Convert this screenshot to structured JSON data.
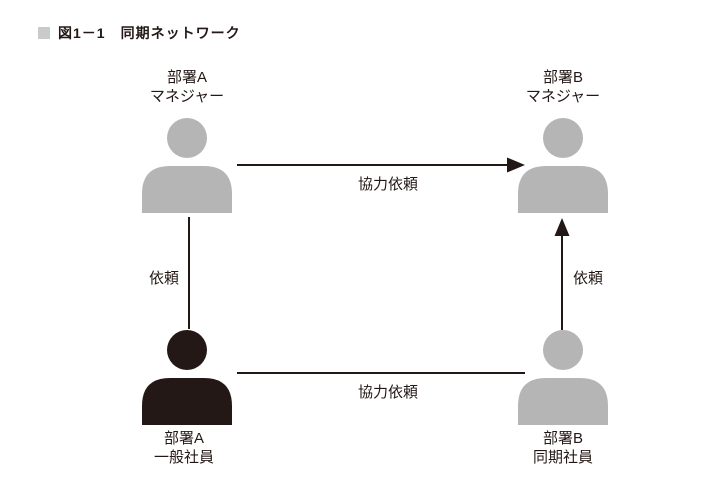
{
  "title": {
    "text": "図1－1　同期ネットワーク"
  },
  "colors": {
    "ink": "#231815",
    "gray_person": "#b5b5b6",
    "black_person": "#231815",
    "title_square": "#c9caca",
    "background": "#ffffff"
  },
  "nodes": [
    {
      "id": "dept-a-manager",
      "line1": "部署A",
      "line2": "マネジャー",
      "fill": "gray"
    },
    {
      "id": "dept-b-manager",
      "line1": "部署B",
      "line2": "マネジャー",
      "fill": "gray"
    },
    {
      "id": "dept-a-employee",
      "line1": "部署A",
      "line2": "一般社員",
      "fill": "black"
    },
    {
      "id": "dept-b-peer",
      "line1": "部署B",
      "line2": "同期社員",
      "fill": "gray"
    }
  ],
  "edges": [
    {
      "from": "dept-a-manager",
      "to": "dept-b-manager",
      "label": "協力依頼",
      "arrow": "to"
    },
    {
      "from": "dept-a-employee",
      "to": "dept-a-manager",
      "label": "依頼",
      "arrow": "none"
    },
    {
      "from": "dept-b-peer",
      "to": "dept-b-manager",
      "label": "依頼",
      "arrow": "to"
    },
    {
      "from": "dept-a-employee",
      "to": "dept-b-peer",
      "label": "協力依頼",
      "arrow": "none"
    }
  ]
}
